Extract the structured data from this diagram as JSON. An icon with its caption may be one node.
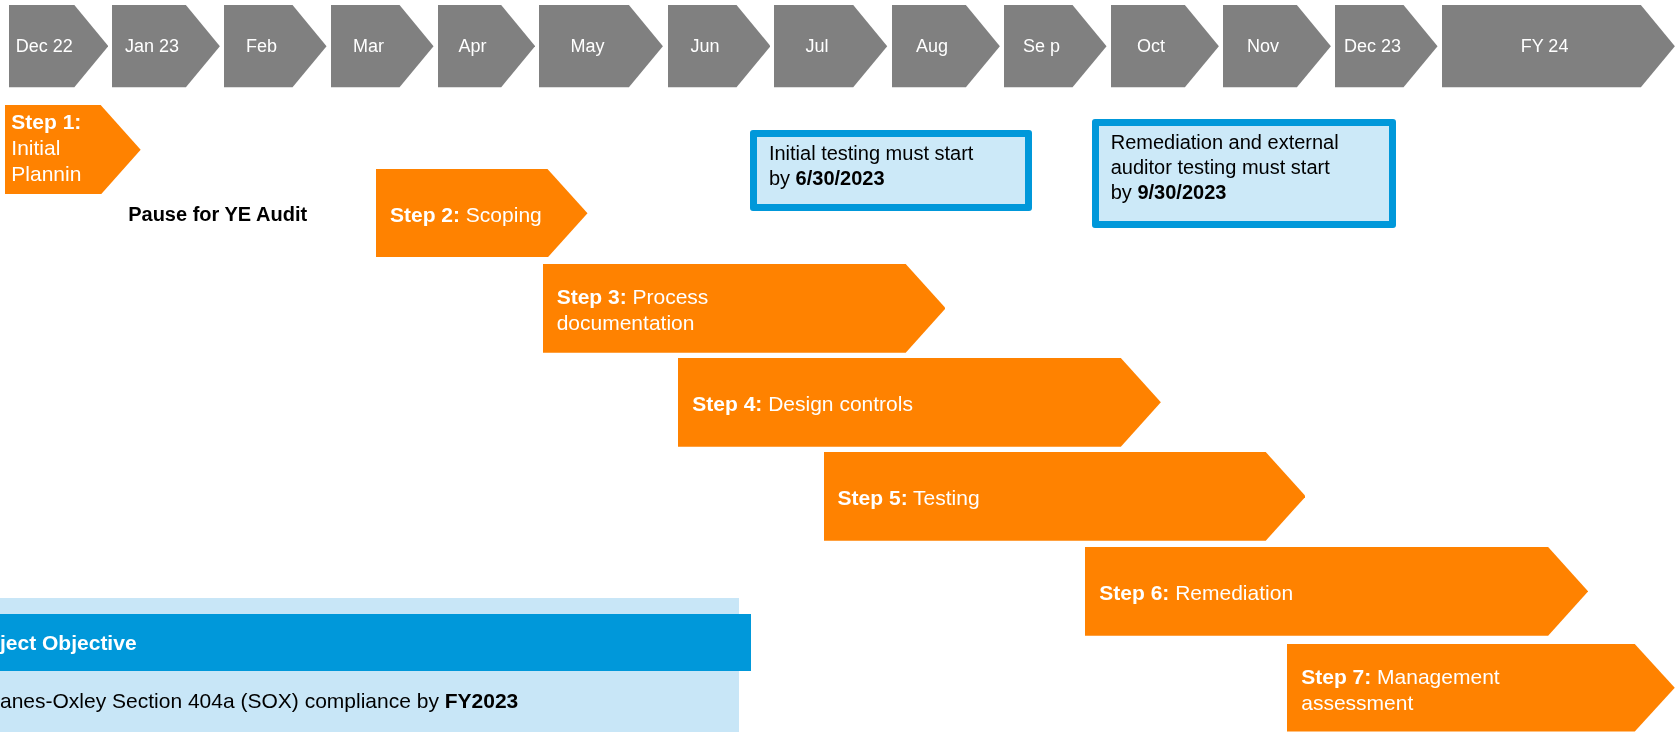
{
  "diagram": {
    "nodes": [
      {
        "text": [
          "Dec 22"
        ]
      },
      {
        "text": [
          "Jan 23"
        ]
      },
      {
        "text": [
          "Feb"
        ]
      },
      {
        "text": [
          "Mar"
        ]
      },
      {
        "text": [
          "Apr"
        ]
      },
      {
        "text": [
          "May"
        ]
      },
      {
        "text": [
          "Jun"
        ]
      },
      {
        "text": [
          "Jul"
        ]
      },
      {
        "text": [
          "Aug"
        ]
      },
      {
        "text": [
          "Se p"
        ]
      },
      {
        "text": [
          "Oct"
        ]
      },
      {
        "text": [
          "Nov"
        ]
      },
      {
        "text": [
          "Dec  23"
        ]
      },
      {
        "text": [
          "FY 24"
        ]
      },
      {
        "text": [
          "**Step 1:** Initial Plannin"
        ]
      },
      {
        "text": [
          "**Step 2:** Scoping"
        ]
      },
      {
        "text": [
          "**Step 3:** Process documentation"
        ]
      },
      {
        "text": [
          "**Step 4:** Design controls"
        ]
      },
      {
        "text": [
          "**Step 5:** Testing"
        ]
      },
      {
        "text": [
          "**Step 6:** Remediation"
        ]
      },
      {
        "text": [
          "**Step 7:** Management assessment"
        ]
      },
      {
        "text": [
          "Initial testing must start by **6/30/2023**"
        ]
      },
      {
        "text": [
          "Remediation and external auditor testing must start by **9/30/2023**"
        ]
      },
      {
        "text": [
          "anes-Oxley Section 404a (SOX) compliance by **FY2023**"
        ]
      },
      {
        "text": [
          "ject Objective"
        ]
      }
    ],
    "edges": [],
    "labels": [
      "Pause for YE Audit"
    ]
  }
}
